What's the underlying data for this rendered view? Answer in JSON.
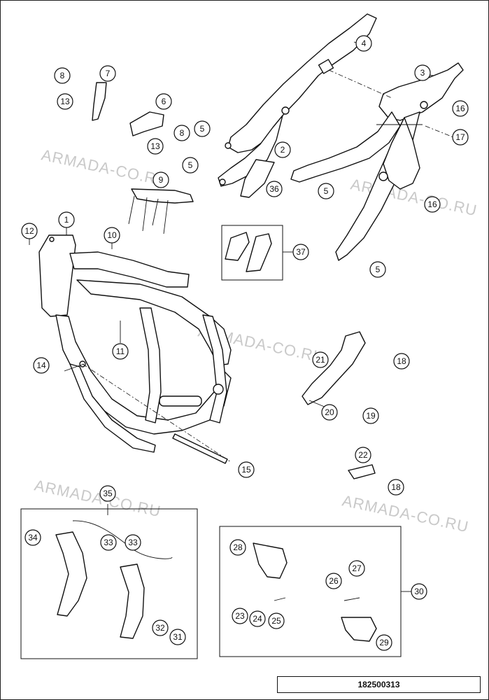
{
  "watermarks": [
    "ARMADA-CO.RU",
    "ARMADA-CO.RU",
    "ARMADA-CO.RU",
    "ARMADA-CO.RU",
    "ARMADA-CO.RU"
  ],
  "drawing_number": "182500313",
  "callouts": [
    {
      "id": "c1",
      "label": "1"
    },
    {
      "id": "c2",
      "label": "2"
    },
    {
      "id": "c3",
      "label": "3"
    },
    {
      "id": "c4",
      "label": "4"
    },
    {
      "id": "c5a",
      "label": "5"
    },
    {
      "id": "c5b",
      "label": "5"
    },
    {
      "id": "c5c",
      "label": "5"
    },
    {
      "id": "c5d",
      "label": "5"
    },
    {
      "id": "c6",
      "label": "6"
    },
    {
      "id": "c7",
      "label": "7"
    },
    {
      "id": "c8a",
      "label": "8"
    },
    {
      "id": "c8b",
      "label": "8"
    },
    {
      "id": "c9",
      "label": "9"
    },
    {
      "id": "c10",
      "label": "10"
    },
    {
      "id": "c11",
      "label": "11"
    },
    {
      "id": "c12",
      "label": "12"
    },
    {
      "id": "c13a",
      "label": "13"
    },
    {
      "id": "c13b",
      "label": "13"
    },
    {
      "id": "c14",
      "label": "14"
    },
    {
      "id": "c15",
      "label": "15"
    },
    {
      "id": "c16a",
      "label": "16"
    },
    {
      "id": "c16b",
      "label": "16"
    },
    {
      "id": "c17",
      "label": "17"
    },
    {
      "id": "c18a",
      "label": "18"
    },
    {
      "id": "c18b",
      "label": "18"
    },
    {
      "id": "c19",
      "label": "19"
    },
    {
      "id": "c20",
      "label": "20"
    },
    {
      "id": "c21",
      "label": "21"
    },
    {
      "id": "c22",
      "label": "22"
    },
    {
      "id": "c23",
      "label": "23"
    },
    {
      "id": "c24",
      "label": "24"
    },
    {
      "id": "c25",
      "label": "25"
    },
    {
      "id": "c26",
      "label": "26"
    },
    {
      "id": "c27",
      "label": "27"
    },
    {
      "id": "c28",
      "label": "28"
    },
    {
      "id": "c29",
      "label": "29"
    },
    {
      "id": "c30",
      "label": "30"
    },
    {
      "id": "c31",
      "label": "31"
    },
    {
      "id": "c32",
      "label": "32"
    },
    {
      "id": "c33a",
      "label": "33"
    },
    {
      "id": "c33b",
      "label": "33"
    },
    {
      "id": "c34",
      "label": "34"
    },
    {
      "id": "c35",
      "label": "35"
    },
    {
      "id": "c36",
      "label": "36"
    },
    {
      "id": "c37",
      "label": "37"
    }
  ]
}
